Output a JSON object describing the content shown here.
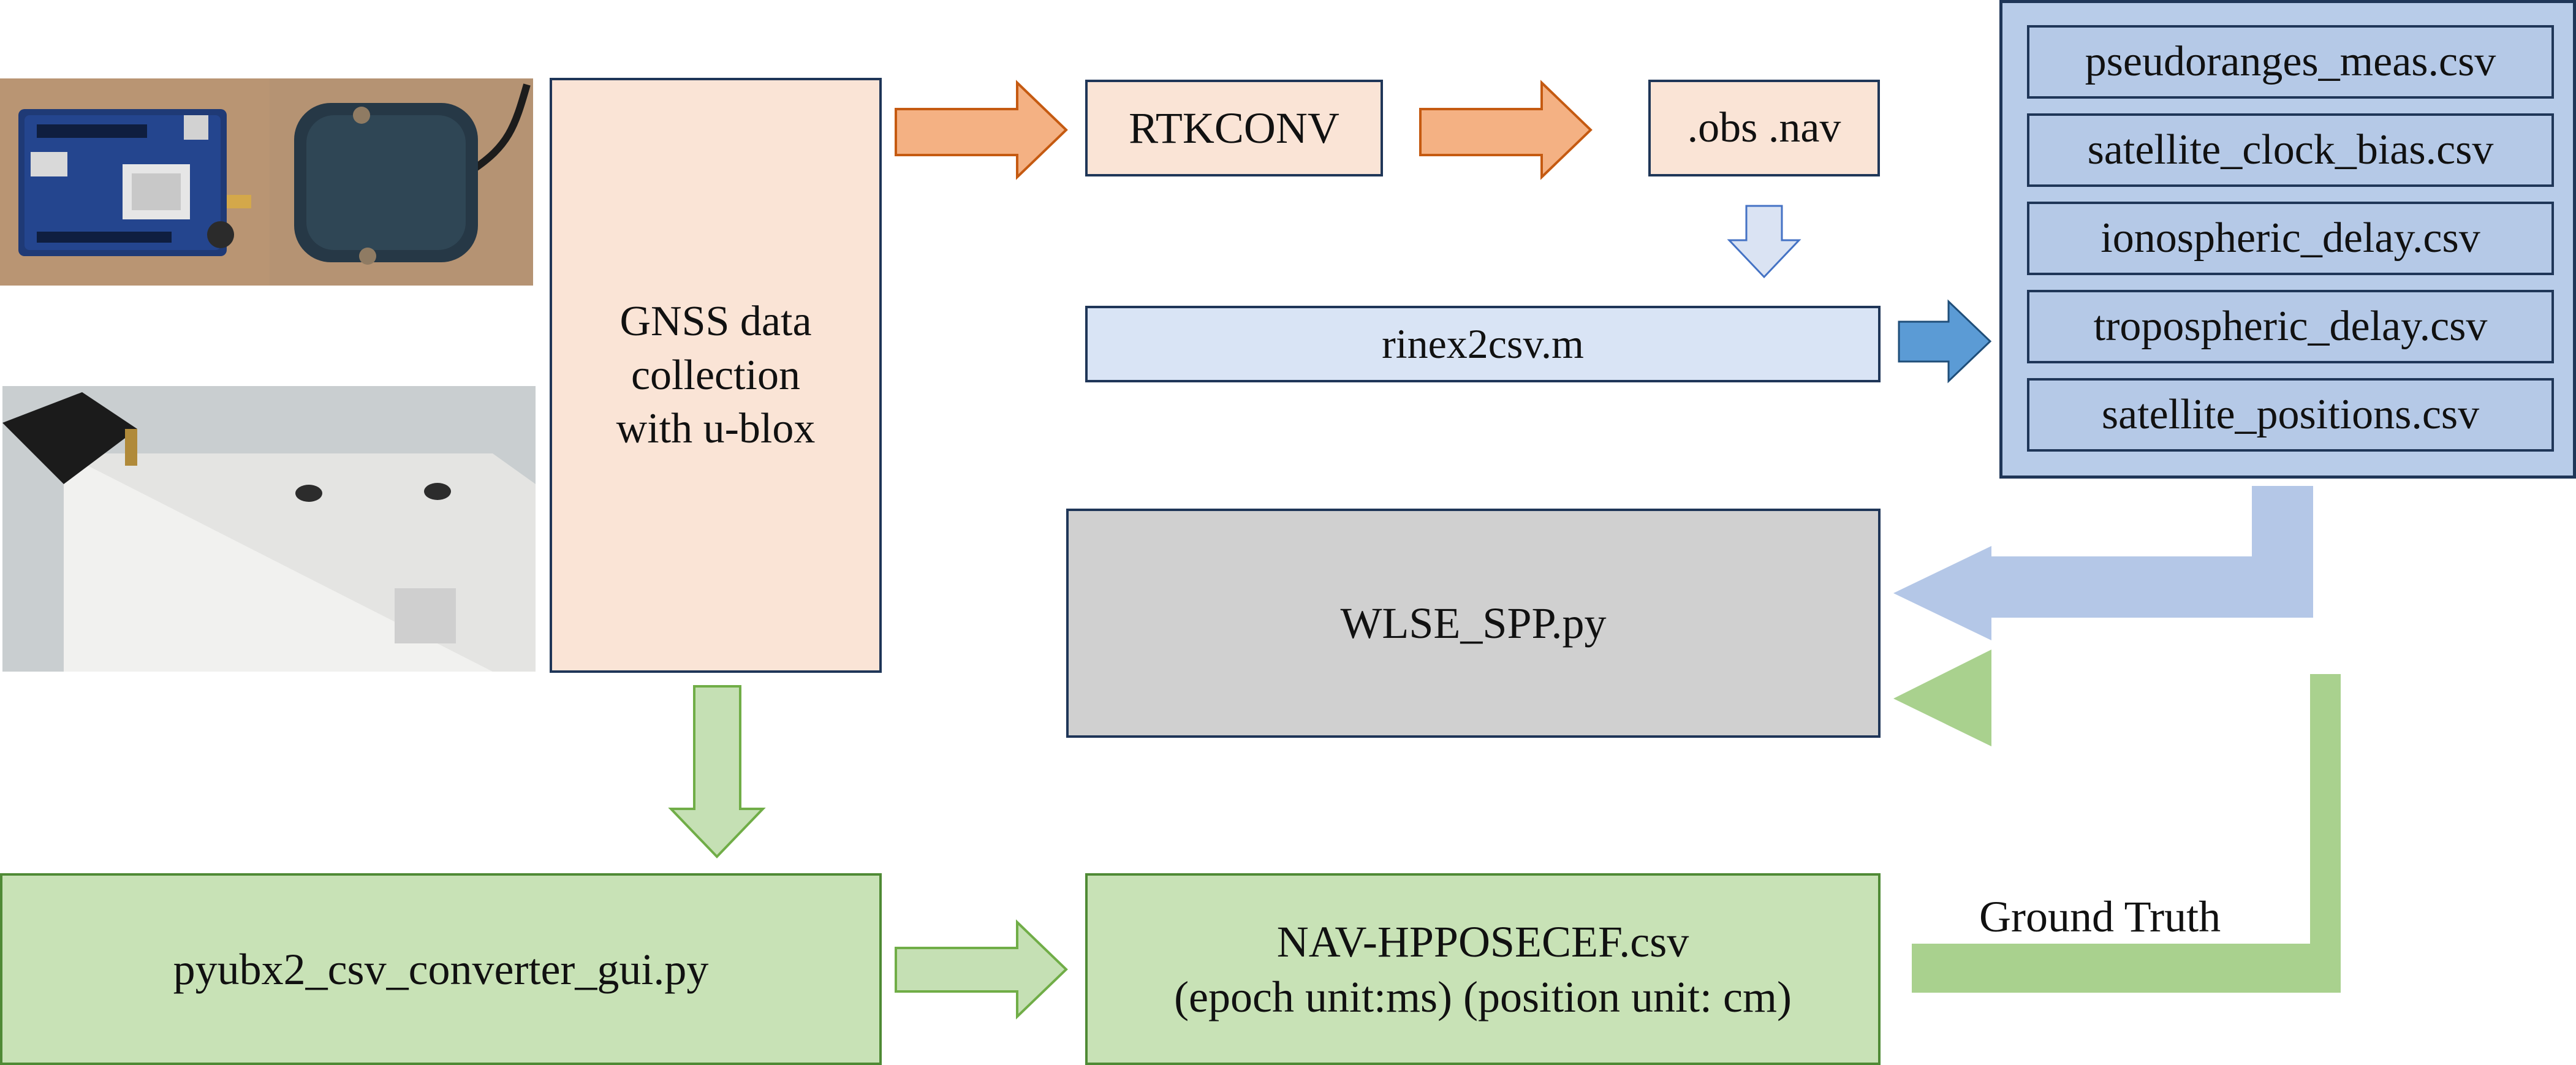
{
  "photos": {
    "board": "u-blox GNSS board photo",
    "antenna": "GNSS antenna photo",
    "device": "enclosed receiver photo"
  },
  "collection_box": {
    "label": "GNSS data\ncollection\nwith u-blox"
  },
  "rtkconv_box": {
    "label": "RTKCONV"
  },
  "obsnav_box": {
    "label": ".obs .nav"
  },
  "rinex2csv_box": {
    "label": "rinex2csv.m"
  },
  "csv_outputs": [
    "pseudoranges_meas.csv",
    "satellite_clock_bias.csv",
    "ionospheric_delay.csv",
    "tropospheric_delay.csv",
    "satellite_positions.csv"
  ],
  "wlse_box": {
    "label": "WLSE_SPP.py"
  },
  "pyubx_box": {
    "label": "pyubx2_csv_converter_gui.py"
  },
  "hpposecef_box": {
    "line1": "NAV-HPPOSECEF.csv",
    "line2": "(epoch unit:ms) (position unit: cm)"
  },
  "ground_truth_label": "Ground Truth",
  "colors": {
    "orange_arrow": "#f4b183",
    "orange_stroke": "#c55a11",
    "blue_arrow": "#5b9bd5",
    "blue_light_arrow": "#dae3f3",
    "blue_band": "#b4c7e7",
    "green_arrow": "#c5e0b4",
    "green_band": "#a9d18e",
    "green_stroke": "#70ad47"
  }
}
